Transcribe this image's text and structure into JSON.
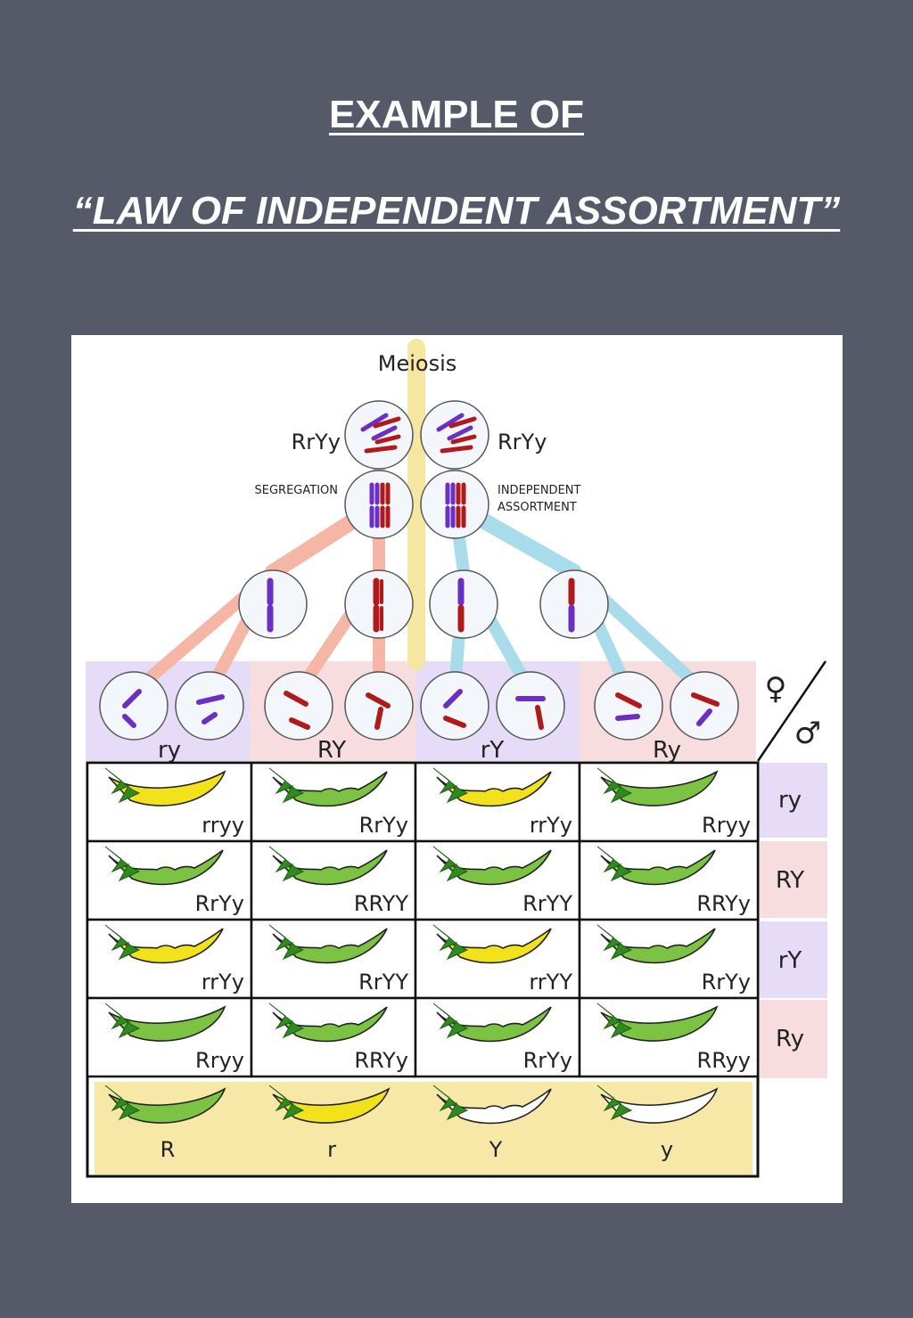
{
  "slide": {
    "title_line1": "EXAMPLE OF",
    "title_line2": "“LAW OF INDEPENDENT ASSORTMENT”"
  },
  "diagram": {
    "meiosis_label": "Meiosis",
    "parent_left_genotype": "RrYy",
    "parent_right_genotype": "RrYy",
    "segregation_label": "SEGREGATION",
    "independent_assortment_label": [
      "INDEPENDENT",
      "ASSORTMENT"
    ],
    "gametes": [
      "ry",
      "RY",
      "rY",
      "Ry"
    ],
    "female_symbol": "♀",
    "male_symbol": "♂",
    "row_gametes": [
      "ry",
      "RY",
      "rY",
      "Ry"
    ],
    "punnett": [
      [
        "rryy",
        "RrYy",
        "rrYy",
        "Rryy"
      ],
      [
        "RrYy",
        "RRYY",
        "RrYY",
        "RRYy"
      ],
      [
        "rrYy",
        "RrYY",
        "rrYY",
        "RrYy"
      ],
      [
        "Rryy",
        "RRYy",
        "RrYy",
        "RRyy"
      ]
    ],
    "pod_colors": [
      [
        "yellow",
        "green",
        "yellow",
        "green"
      ],
      [
        "green",
        "green",
        "green",
        "green"
      ],
      [
        "yellow",
        "green",
        "yellow",
        "green"
      ],
      [
        "green",
        "green",
        "green",
        "green"
      ]
    ],
    "pod_shapes": [
      [
        "smooth",
        "constricted",
        "constricted",
        "smooth"
      ],
      [
        "constricted",
        "constricted",
        "constricted",
        "constricted"
      ],
      [
        "constricted",
        "constricted",
        "constricted",
        "constricted"
      ],
      [
        "smooth",
        "constricted",
        "constricted",
        "smooth"
      ]
    ],
    "key": [
      {
        "label": "R",
        "color": "green",
        "shape": "smooth"
      },
      {
        "label": "r",
        "color": "yellow",
        "shape": "smooth"
      },
      {
        "label": "Y",
        "color": "white",
        "shape": "constricted"
      },
      {
        "label": "y",
        "color": "white",
        "shape": "smooth"
      }
    ],
    "colors": {
      "purple_chromosome": "#6b2fc4",
      "red_chromosome": "#b01a1a",
      "green_pod": "#7cc243",
      "yellow_pod": "#f2e21c",
      "white_pod": "#ffffff",
      "gamete_ry_bg": "#e6dcf7",
      "gamete_RY_bg": "#f7dde0",
      "key_bg": "#f8e8a8",
      "segregation_path": "#f5b6a6",
      "assortment_path": "#a9dcea",
      "meiosis_path": "#f6e7a0"
    }
  }
}
